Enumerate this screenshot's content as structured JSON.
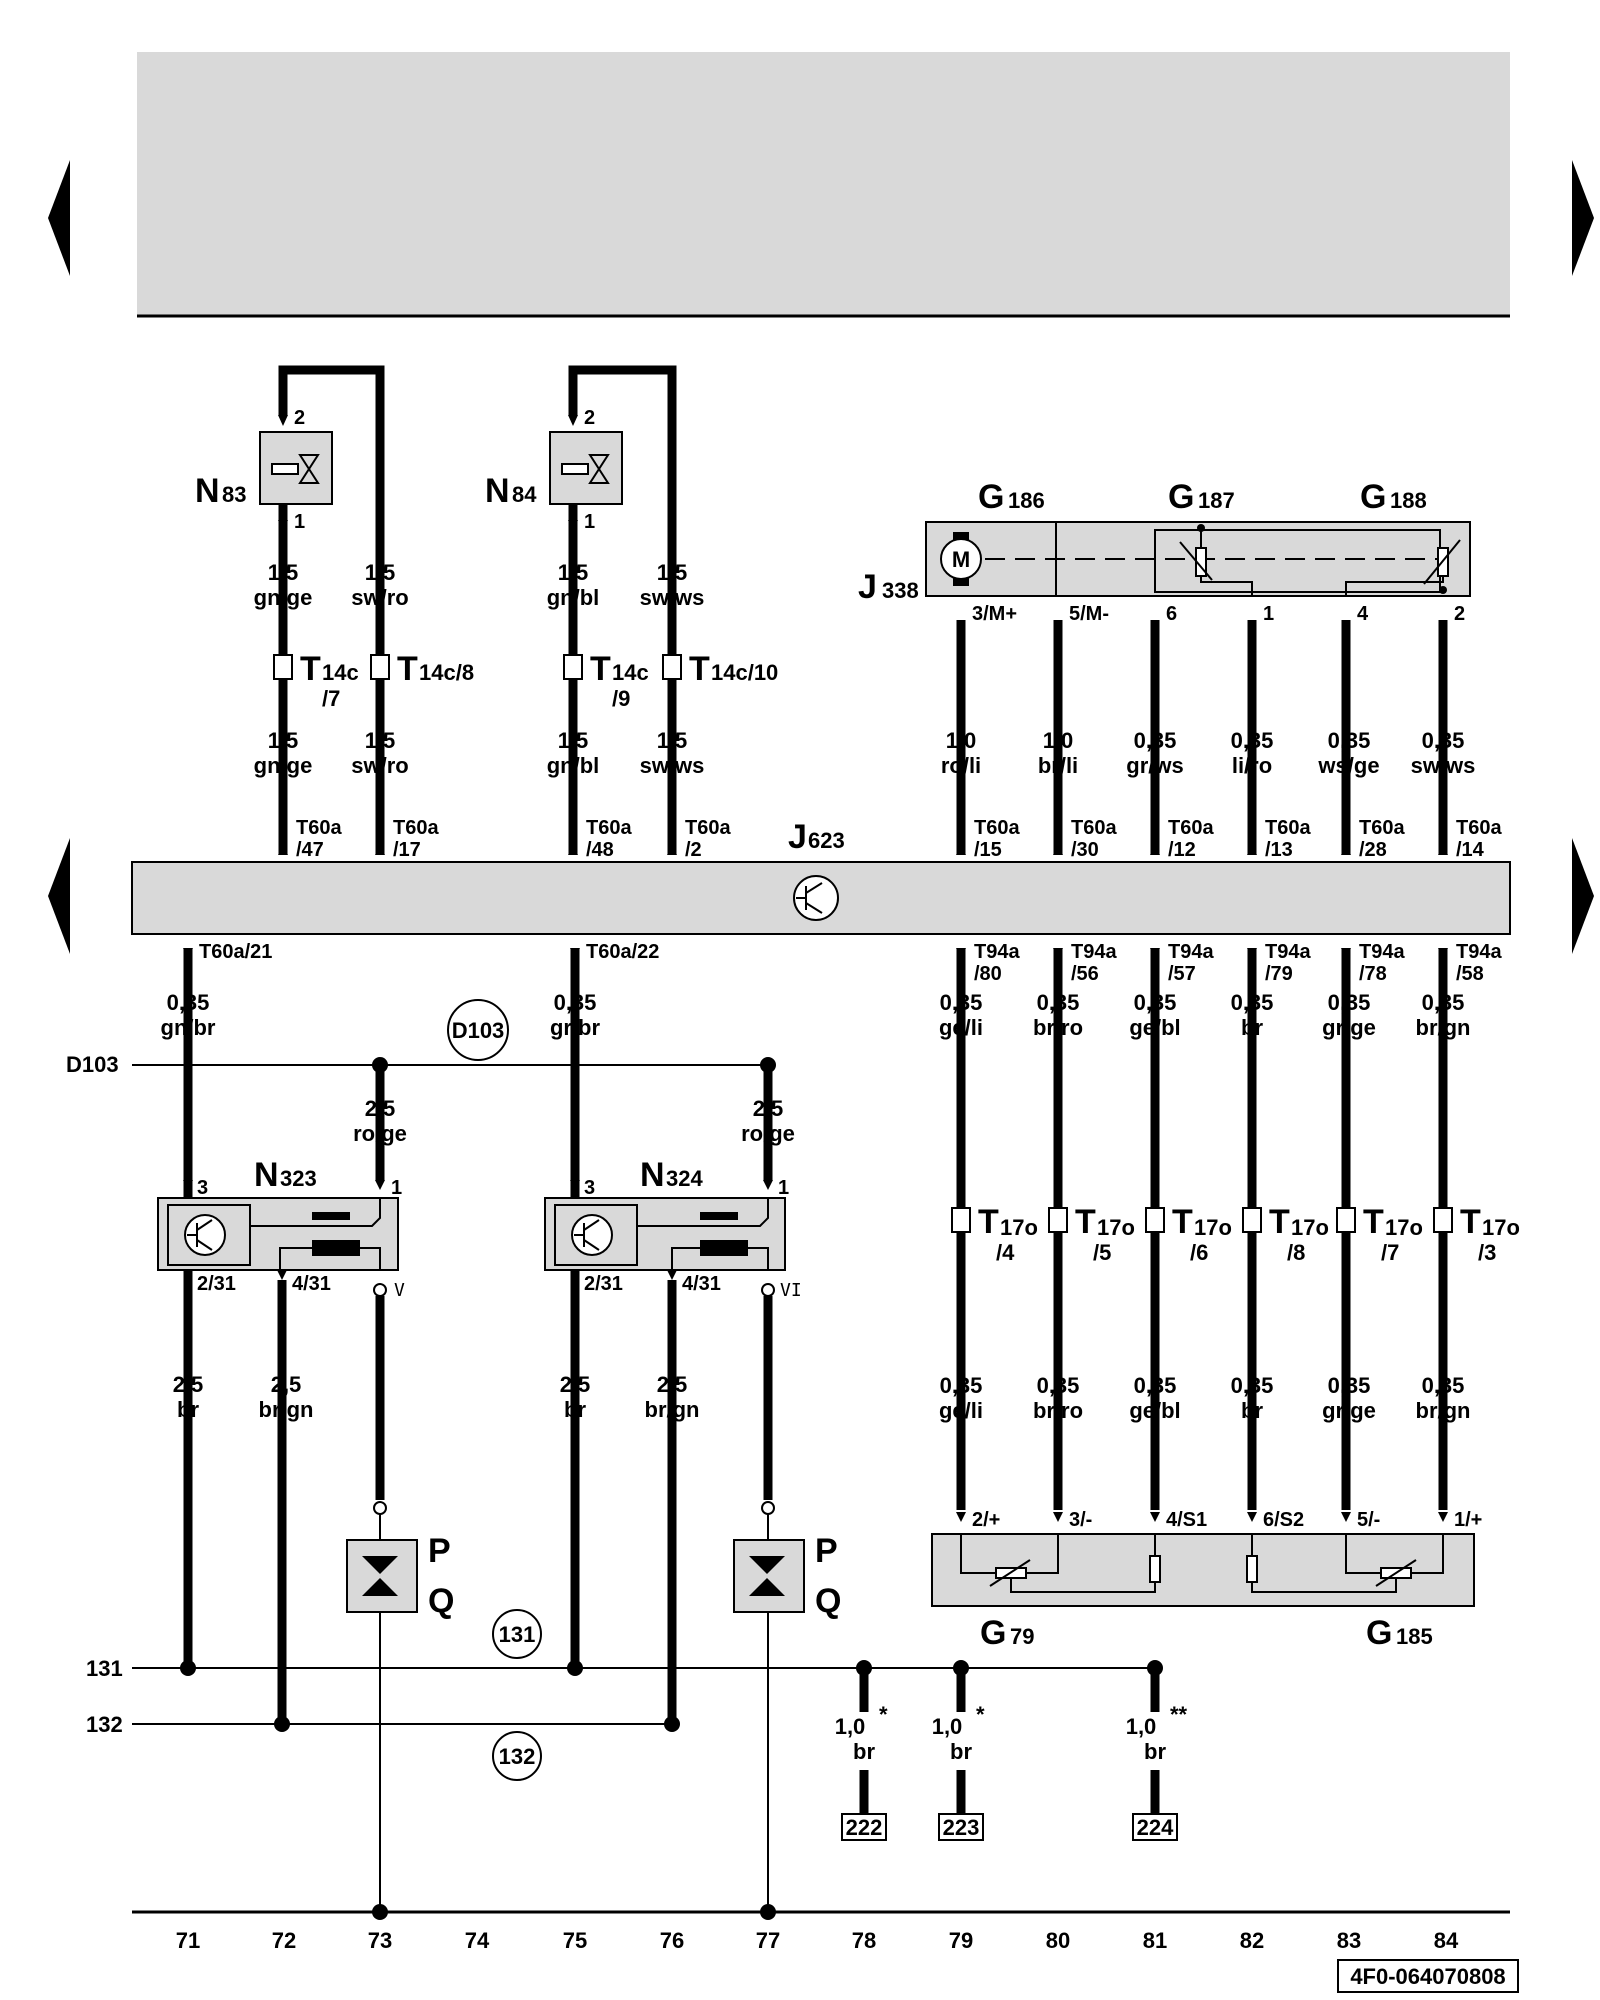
{
  "components": {
    "n83": {
      "letter": "N",
      "sub": "83",
      "pin_top": "2",
      "pin_bottom": "1"
    },
    "n84": {
      "letter": "N",
      "sub": "84",
      "pin_top": "2",
      "pin_bottom": "1"
    },
    "g186": {
      "letter": "G",
      "sub": "186"
    },
    "g187": {
      "letter": "G",
      "sub": "187"
    },
    "g188": {
      "letter": "G",
      "sub": "188"
    },
    "j338": {
      "letter": "J",
      "sub": "338"
    },
    "j623": {
      "letter": "J",
      "sub": "623"
    },
    "n323": {
      "letter": "N",
      "sub": "323",
      "pin3": "3",
      "pin1": "1",
      "pin2": "2/31",
      "pin4": "4/31",
      "pin_roman": "V"
    },
    "n324": {
      "letter": "N",
      "sub": "324",
      "pin3": "3",
      "pin1": "1",
      "pin2": "2/31",
      "pin4": "4/31",
      "pin_roman": "VI"
    },
    "g79": {
      "letter": "G",
      "sub": "79"
    },
    "g185": {
      "letter": "G",
      "sub": "185"
    },
    "pq1": {
      "p": "P",
      "q": "Q"
    },
    "pq2": {
      "p": "P",
      "q": "Q"
    }
  },
  "j338_pins": [
    "3/M+",
    "5/M-",
    "6",
    "1",
    "4",
    "2"
  ],
  "wires_top": [
    {
      "a": "1,5",
      "b": "gn/ge"
    },
    {
      "a": "1,5",
      "b": "sw/ro"
    },
    {
      "a": "1,5",
      "b": "gn/bl"
    },
    {
      "a": "1,5",
      "b": "sw/ws"
    }
  ],
  "wires_mid": [
    {
      "a": "1,5",
      "b": "gn/ge"
    },
    {
      "a": "1,5",
      "b": "sw/ro"
    },
    {
      "a": "1,5",
      "b": "gn/bl"
    },
    {
      "a": "1,5",
      "b": "sw/ws"
    }
  ],
  "connectors_t14c": [
    {
      "main": "T",
      "sub": "14c",
      "pos": "/7"
    },
    {
      "main": "T",
      "sub": "14c/8",
      "pos": ""
    },
    {
      "main": "T",
      "sub": "14c",
      "pos": "/9"
    },
    {
      "main": "T",
      "sub": "14c/10",
      "pos": ""
    }
  ],
  "wires_right_top": [
    {
      "a": "1,0",
      "b": "ro/li"
    },
    {
      "a": "1,0",
      "b": "br/li"
    },
    {
      "a": "0,35",
      "b": "gr/ws"
    },
    {
      "a": "0,35",
      "b": "li/ro"
    },
    {
      "a": "0,35",
      "b": "ws/ge"
    },
    {
      "a": "0,35",
      "b": "sw/ws"
    }
  ],
  "t60a_top": [
    {
      "a": "T60a",
      "b": "/47"
    },
    {
      "a": "T60a",
      "b": "/17"
    },
    {
      "a": "T60a",
      "b": "/48"
    },
    {
      "a": "T60a",
      "b": "/2"
    },
    {
      "a": "T60a",
      "b": "/15"
    },
    {
      "a": "T60a",
      "b": "/30"
    },
    {
      "a": "T60a",
      "b": "/12"
    },
    {
      "a": "T60a",
      "b": "/13"
    },
    {
      "a": "T60a",
      "b": "/28"
    },
    {
      "a": "T60a",
      "b": "/14"
    }
  ],
  "t60a_bottom": [
    "T60a/21",
    "T60a/22"
  ],
  "t94a": [
    {
      "a": "T94a",
      "b": "/80"
    },
    {
      "a": "T94a",
      "b": "/56"
    },
    {
      "a": "T94a",
      "b": "/57"
    },
    {
      "a": "T94a",
      "b": "/79"
    },
    {
      "a": "T94a",
      "b": "/78"
    },
    {
      "a": "T94a",
      "b": "/58"
    }
  ],
  "wires_right_mid": [
    {
      "a": "0,35",
      "b": "ge/li"
    },
    {
      "a": "0,35",
      "b": "br/ro"
    },
    {
      "a": "0,35",
      "b": "ge/bl"
    },
    {
      "a": "0,35",
      "b": "br"
    },
    {
      "a": "0,35",
      "b": "gr/ge"
    },
    {
      "a": "0,35",
      "b": "br/gn"
    }
  ],
  "connectors_t17o": [
    {
      "main": "T",
      "sub": "17o",
      "pos": "/4"
    },
    {
      "main": "T",
      "sub": "17o",
      "pos": "/5"
    },
    {
      "main": "T",
      "sub": "17o",
      "pos": "/6"
    },
    {
      "main": "T",
      "sub": "17o",
      "pos": "/8"
    },
    {
      "main": "T",
      "sub": "17o",
      "pos": "/7"
    },
    {
      "main": "T",
      "sub": "17o",
      "pos": "/3"
    }
  ],
  "wires_right_low": [
    {
      "a": "0,35",
      "b": "ge/li"
    },
    {
      "a": "0,35",
      "b": "br/ro"
    },
    {
      "a": "0,35",
      "b": "ge/bl"
    },
    {
      "a": "0,35",
      "b": "br"
    },
    {
      "a": "0,35",
      "b": "gr/ge"
    },
    {
      "a": "0,35",
      "b": "br/gn"
    }
  ],
  "g79_pins": [
    "2/+",
    "3/-",
    "4/S1",
    "6/S2",
    "5/-",
    "1/+"
  ],
  "wires_left_mid": [
    {
      "a": "0,35",
      "b": "gn/br"
    },
    {
      "a": "0,35",
      "b": "gr/br"
    }
  ],
  "wires_supply": [
    {
      "a": "2,5",
      "b": "ro/ge"
    },
    {
      "a": "2,5",
      "b": "ro/ge"
    }
  ],
  "wires_left_low": [
    {
      "a": "2,5",
      "b": "br"
    },
    {
      "a": "2,5",
      "b": "br/gn"
    },
    {
      "a": "2,5",
      "b": "br"
    },
    {
      "a": "2,5",
      "b": "br/gn"
    }
  ],
  "ground_wires": [
    {
      "a": "1,0",
      "star": "*",
      "b": "br",
      "box": "222"
    },
    {
      "a": "1,0",
      "star": "*",
      "b": "br",
      "box": "223"
    },
    {
      "a": "1,0",
      "star": "**",
      "b": "br",
      "box": "224"
    }
  ],
  "rails": {
    "d103_label": "D103",
    "d103_circle": "D103",
    "r131_label": "131",
    "r131_circle": "131",
    "r132_label": "132",
    "r132_circle": "132"
  },
  "column_numbers": [
    "71",
    "72",
    "73",
    "74",
    "75",
    "76",
    "77",
    "78",
    "79",
    "80",
    "81",
    "82",
    "83",
    "84"
  ],
  "doc_ref": "4F0-064070808"
}
